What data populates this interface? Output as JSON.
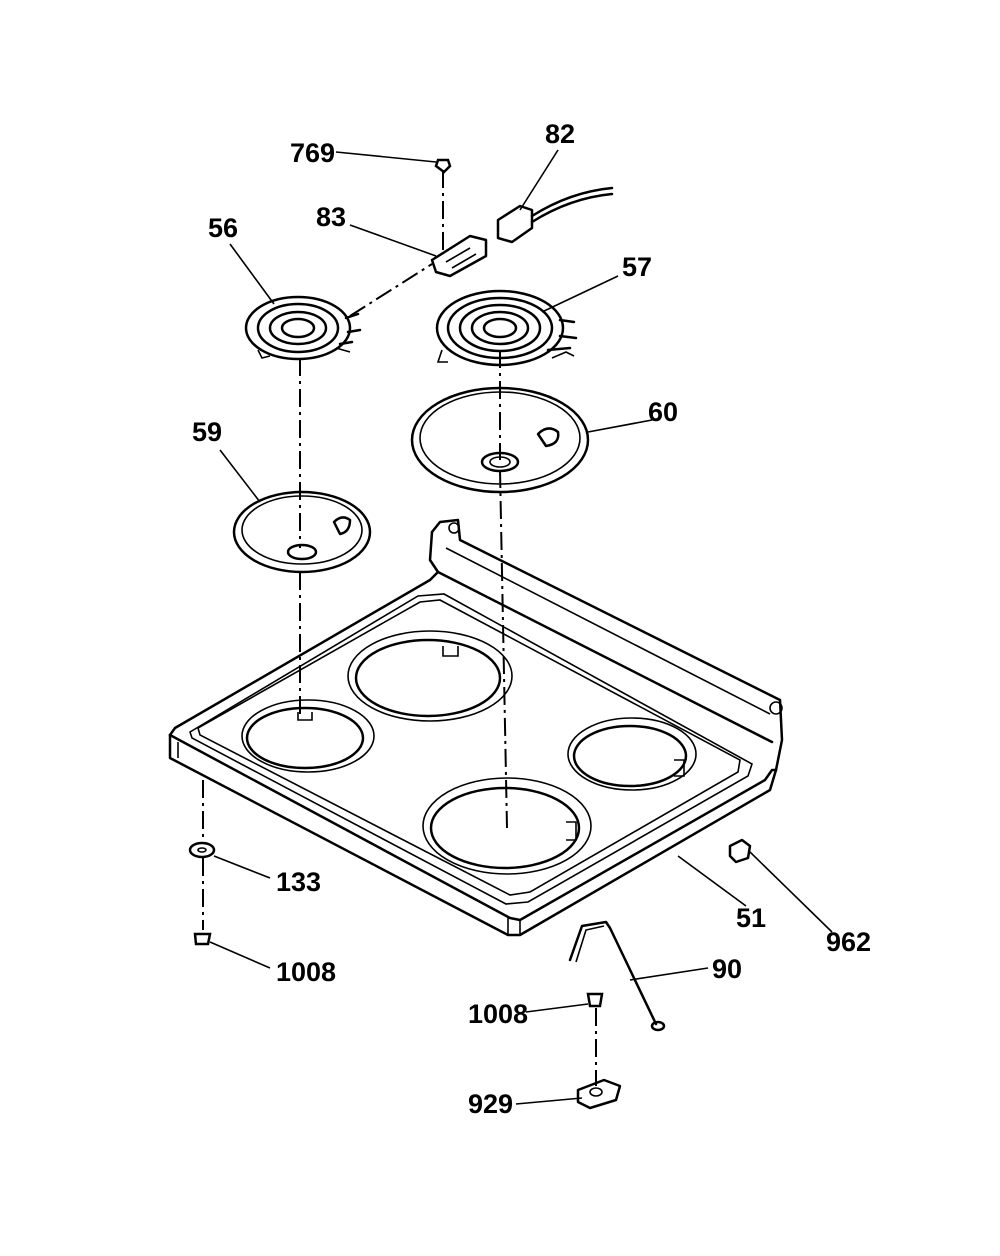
{
  "diagram": {
    "callouts": [
      {
        "id": "769",
        "text": "769"
      },
      {
        "id": "82",
        "text": "82"
      },
      {
        "id": "83",
        "text": "83"
      },
      {
        "id": "56",
        "text": "56"
      },
      {
        "id": "57",
        "text": "57"
      },
      {
        "id": "59",
        "text": "59"
      },
      {
        "id": "60",
        "text": "60"
      },
      {
        "id": "133",
        "text": "133"
      },
      {
        "id": "1008a",
        "text": "1008"
      },
      {
        "id": "51",
        "text": "51"
      },
      {
        "id": "962",
        "text": "962"
      },
      {
        "id": "90",
        "text": "90"
      },
      {
        "id": "1008b",
        "text": "1008"
      },
      {
        "id": "929",
        "text": "929"
      }
    ]
  }
}
